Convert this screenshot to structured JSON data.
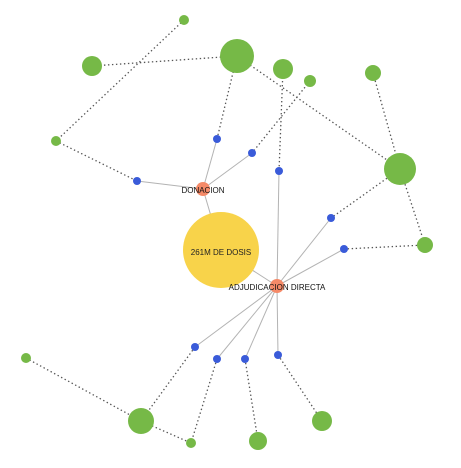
{
  "diagram": {
    "type": "network-graph",
    "center_label": "261M DE DOSIS",
    "hub_labels": {
      "donacion": "DONACION",
      "adjudicacion": "ADJUDICACION DIRECTA"
    },
    "colors": {
      "center": "#f8d34a",
      "hub": "#f58a68",
      "intermediate": "#3a5bd9",
      "leaf": "#76b947",
      "solid_link": "#b3b3b3",
      "dotted_link": "#555555"
    }
  }
}
